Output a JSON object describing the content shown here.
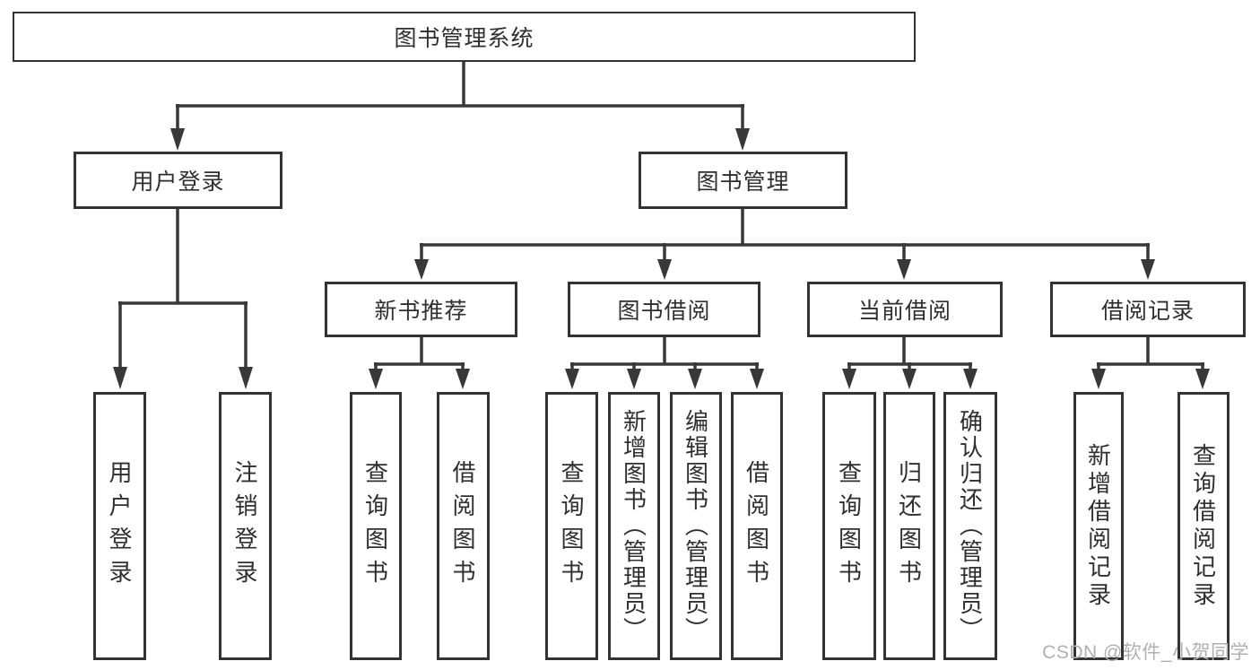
{
  "title": "图书管理系统",
  "watermark": "CSDN @软件_小贺同学",
  "colors": {
    "line": "#383838",
    "box_border": "#333333",
    "text": "#2f2f2f",
    "watermark_text": "#b0b0b0",
    "background": "#ffffff"
  },
  "tree": {
    "root": {
      "label": "图书管理系统"
    },
    "level2": [
      {
        "label": "用户登录",
        "children": [
          {
            "label": "用户登录"
          },
          {
            "label": "注销登录"
          }
        ]
      },
      {
        "label": "图书管理",
        "sections": [
          {
            "label": "新书推荐",
            "children": [
              {
                "label": "查询图书"
              },
              {
                "label": "借阅图书"
              }
            ]
          },
          {
            "label": "图书借阅",
            "children": [
              {
                "label": "查询图书"
              },
              {
                "label": "新增图书（管理员）"
              },
              {
                "label": "编辑图书（管理员）"
              },
              {
                "label": "借阅图书"
              }
            ]
          },
          {
            "label": "当前借阅",
            "children": [
              {
                "label": "查询图书"
              },
              {
                "label": "归还图书"
              },
              {
                "label": "确认归还（管理员）"
              }
            ]
          },
          {
            "label": "借阅记录",
            "children": [
              {
                "label": "新增借阅记录"
              },
              {
                "label": "查询借阅记录"
              }
            ]
          }
        ]
      }
    ]
  }
}
